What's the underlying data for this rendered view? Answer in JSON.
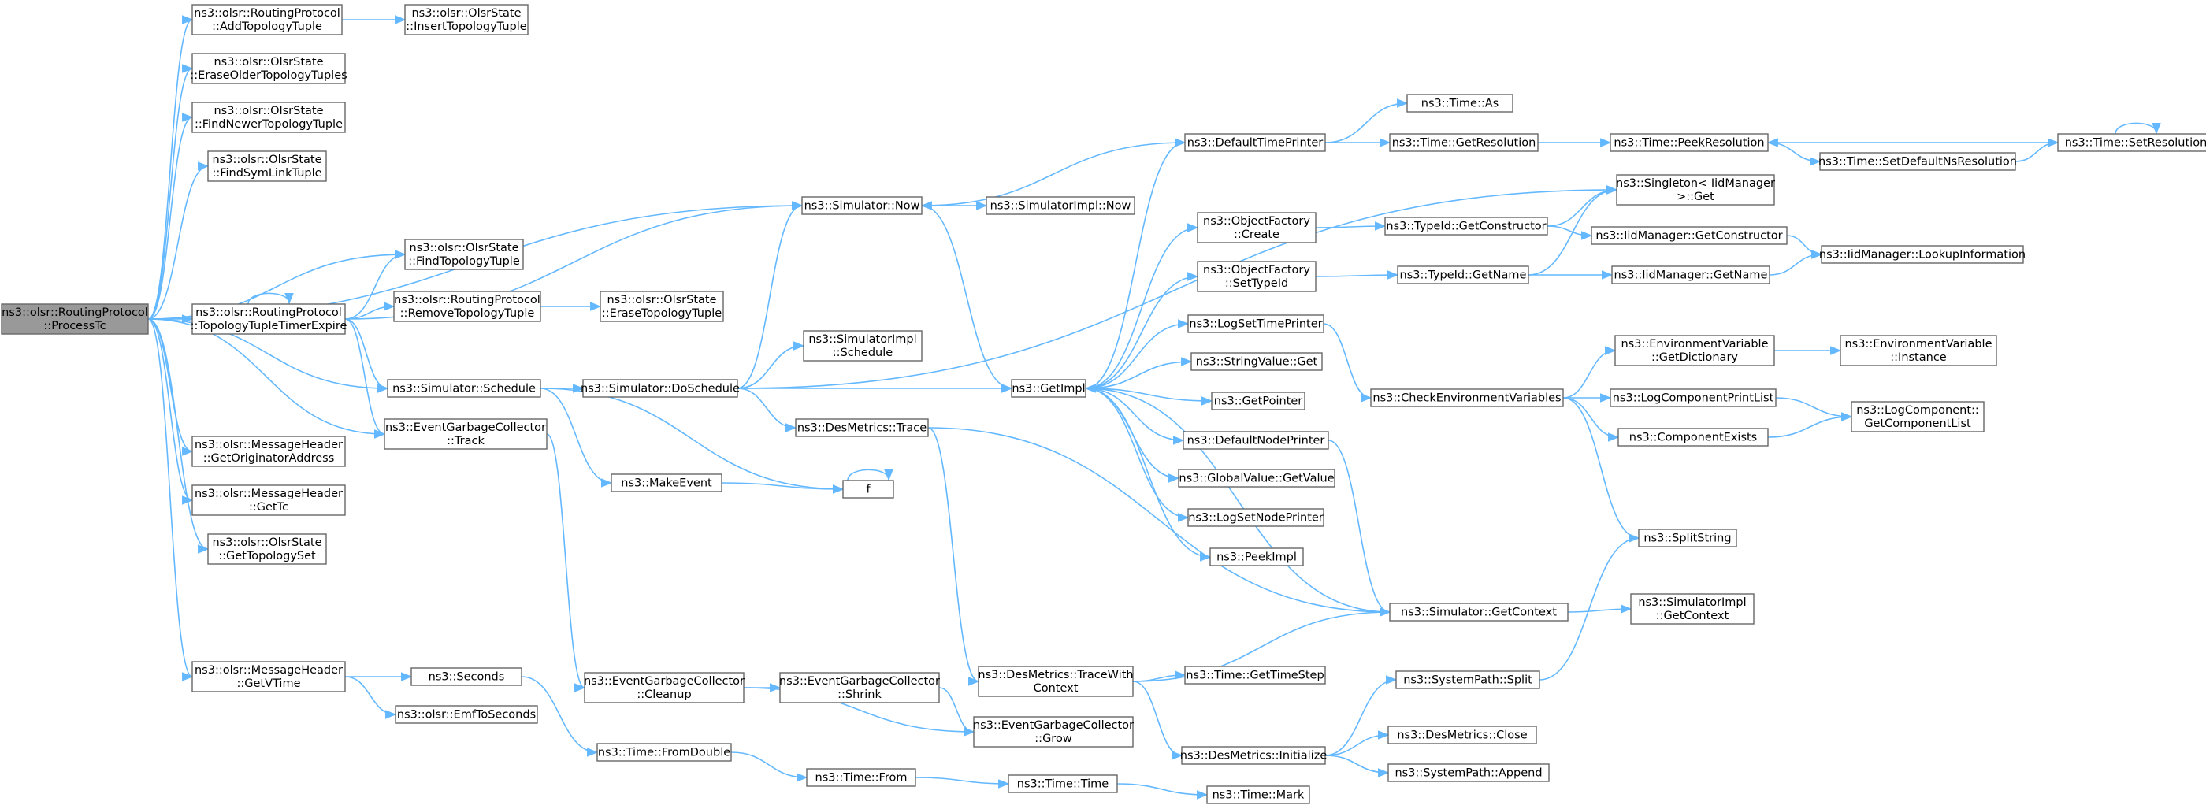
{
  "colors": {
    "edge": "#63B8FF",
    "node_border": "#666666",
    "node_fill": "#ffffff",
    "root_fill": "#999999",
    "root_border": "#666666",
    "text": "#000000"
  },
  "diagram": {
    "nodes": [
      {
        "id": "root",
        "lines": [
          "ns3::olsr::RoutingProtocol",
          "::ProcessTc"
        ],
        "root": true
      },
      {
        "id": "addTopo",
        "lines": [
          "ns3::olsr::RoutingProtocol",
          "::AddTopologyTuple"
        ]
      },
      {
        "id": "insertTopo",
        "lines": [
          "ns3::olsr::OlsrState",
          "::InsertTopologyTuple"
        ]
      },
      {
        "id": "eraseOlder",
        "lines": [
          "ns3::olsr::OlsrState",
          "::EraseOlderTopologyTuples"
        ]
      },
      {
        "id": "findNewer",
        "lines": [
          "ns3::olsr::OlsrState",
          "::FindNewerTopologyTuple"
        ]
      },
      {
        "id": "findSym",
        "lines": [
          "ns3::olsr::OlsrState",
          "::FindSymLinkTuple"
        ]
      },
      {
        "id": "findTopo",
        "lines": [
          "ns3::olsr::OlsrState",
          "::FindTopologyTuple"
        ]
      },
      {
        "id": "timerExpire",
        "lines": [
          "ns3::olsr::RoutingProtocol",
          "::TopologyTupleTimerExpire"
        ]
      },
      {
        "id": "removeTopo",
        "lines": [
          "ns3::olsr::RoutingProtocol",
          "::RemoveTopologyTuple"
        ]
      },
      {
        "id": "eraseTopo",
        "lines": [
          "ns3::olsr::OlsrState",
          "::EraseTopologyTuple"
        ]
      },
      {
        "id": "getOrig",
        "lines": [
          "ns3::olsr::MessageHeader",
          "::GetOriginatorAddress"
        ]
      },
      {
        "id": "getTc",
        "lines": [
          "ns3::olsr::MessageHeader",
          "::GetTc"
        ]
      },
      {
        "id": "getTopoSet",
        "lines": [
          "ns3::olsr::OlsrState",
          "::GetTopologySet"
        ]
      },
      {
        "id": "getVTime",
        "lines": [
          "ns3::olsr::MessageHeader",
          "::GetVTime"
        ]
      },
      {
        "id": "seconds",
        "lines": [
          "ns3::Seconds"
        ]
      },
      {
        "id": "emfToSec",
        "lines": [
          "ns3::olsr::EmfToSeconds"
        ]
      },
      {
        "id": "simNow",
        "lines": [
          "ns3::Simulator::Now"
        ]
      },
      {
        "id": "simImplNow",
        "lines": [
          "ns3::SimulatorImpl::Now"
        ]
      },
      {
        "id": "simSchedule",
        "lines": [
          "ns3::Simulator::Schedule"
        ]
      },
      {
        "id": "egcTrack",
        "lines": [
          "ns3::EventGarbageCollector",
          "::Track"
        ]
      },
      {
        "id": "makeEvent",
        "lines": [
          "ns3::MakeEvent"
        ]
      },
      {
        "id": "f",
        "lines": [
          "f"
        ]
      },
      {
        "id": "doSchedule",
        "lines": [
          "ns3::Simulator::DoSchedule"
        ]
      },
      {
        "id": "simImplSchedule",
        "lines": [
          "ns3::SimulatorImpl",
          "::Schedule"
        ]
      },
      {
        "id": "desTrace",
        "lines": [
          "ns3::DesMetrics::Trace"
        ]
      },
      {
        "id": "getImpl",
        "lines": [
          "ns3::GetImpl"
        ]
      },
      {
        "id": "egcCleanup",
        "lines": [
          "ns3::EventGarbageCollector",
          "::Cleanup"
        ]
      },
      {
        "id": "egcShrink",
        "lines": [
          "ns3::EventGarbageCollector",
          "::Shrink"
        ]
      },
      {
        "id": "egcGrow",
        "lines": [
          "ns3::EventGarbageCollector",
          "::Grow"
        ]
      },
      {
        "id": "timeFromDouble",
        "lines": [
          "ns3::Time::FromDouble"
        ]
      },
      {
        "id": "timeFrom",
        "lines": [
          "ns3::Time::From"
        ]
      },
      {
        "id": "timeTime",
        "lines": [
          "ns3::Time::Time"
        ]
      },
      {
        "id": "timeMark",
        "lines": [
          "ns3::Time::Mark"
        ]
      },
      {
        "id": "traceWithContext",
        "lines": [
          "ns3::DesMetrics::TraceWith",
          "Context"
        ]
      },
      {
        "id": "timeGetTimeStep",
        "lines": [
          "ns3::Time::GetTimeStep"
        ]
      },
      {
        "id": "desInit",
        "lines": [
          "ns3::DesMetrics::Initialize"
        ]
      },
      {
        "id": "spSplit",
        "lines": [
          "ns3::SystemPath::Split"
        ]
      },
      {
        "id": "desClose",
        "lines": [
          "ns3::DesMetrics::Close"
        ]
      },
      {
        "id": "spAppend",
        "lines": [
          "ns3::SystemPath::Append"
        ]
      },
      {
        "id": "defaultTimePrinter",
        "lines": [
          "ns3::DefaultTimePrinter"
        ]
      },
      {
        "id": "timeAs",
        "lines": [
          "ns3::Time::As"
        ]
      },
      {
        "id": "timeGetRes",
        "lines": [
          "ns3::Time::GetResolution"
        ]
      },
      {
        "id": "timePeekRes",
        "lines": [
          "ns3::Time::PeekResolution"
        ]
      },
      {
        "id": "timeSetDefaultNs",
        "lines": [
          "ns3::Time::SetDefaultNsResolution"
        ]
      },
      {
        "id": "timeSetRes",
        "lines": [
          "ns3::Time::SetResolution"
        ]
      },
      {
        "id": "singletonGet",
        "lines": [
          "ns3::Singleton< IidManager",
          ">::Get"
        ]
      },
      {
        "id": "ofCreate",
        "lines": [
          "ns3::ObjectFactory",
          "::Create"
        ]
      },
      {
        "id": "ofSetTypeId",
        "lines": [
          "ns3::ObjectFactory",
          "::SetTypeId"
        ]
      },
      {
        "id": "typeIdGetCtor",
        "lines": [
          "ns3::TypeId::GetConstructor"
        ]
      },
      {
        "id": "iidGetCtor",
        "lines": [
          "ns3::IidManager::GetConstructor"
        ]
      },
      {
        "id": "iidLookup",
        "lines": [
          "ns3::IidManager::LookupInformation"
        ]
      },
      {
        "id": "typeIdGetName",
        "lines": [
          "ns3::TypeId::GetName"
        ]
      },
      {
        "id": "iidGetName",
        "lines": [
          "ns3::IidManager::GetName"
        ]
      },
      {
        "id": "logSetTimePrinter",
        "lines": [
          "ns3::LogSetTimePrinter"
        ]
      },
      {
        "id": "stringValueGet",
        "lines": [
          "ns3::StringValue::Get"
        ]
      },
      {
        "id": "getPointer",
        "lines": [
          "ns3::GetPointer"
        ]
      },
      {
        "id": "defaultNodePrinter",
        "lines": [
          "ns3::DefaultNodePrinter"
        ]
      },
      {
        "id": "globalValueGet",
        "lines": [
          "ns3::GlobalValue::GetValue"
        ]
      },
      {
        "id": "logSetNodePrinter",
        "lines": [
          "ns3::LogSetNodePrinter"
        ]
      },
      {
        "id": "peekImpl",
        "lines": [
          "ns3::PeekImpl"
        ]
      },
      {
        "id": "checkEnv",
        "lines": [
          "ns3::CheckEnvironmentVariables"
        ]
      },
      {
        "id": "envGetDict",
        "lines": [
          "ns3::EnvironmentVariable",
          "::GetDictionary"
        ]
      },
      {
        "id": "envInstance",
        "lines": [
          "ns3::EnvironmentVariable",
          "::Instance"
        ]
      },
      {
        "id": "logCompPrintList",
        "lines": [
          "ns3::LogComponentPrintList"
        ]
      },
      {
        "id": "componentExists",
        "lines": [
          "ns3::ComponentExists"
        ]
      },
      {
        "id": "logCompGetList",
        "lines": [
          "ns3::LogComponent::",
          "GetComponentList"
        ]
      },
      {
        "id": "splitString",
        "lines": [
          "ns3::SplitString"
        ]
      },
      {
        "id": "simGetContext",
        "lines": [
          "ns3::Simulator::GetContext"
        ]
      },
      {
        "id": "simImplGetContext",
        "lines": [
          "ns3::SimulatorImpl",
          "::GetContext"
        ]
      }
    ],
    "edges": [
      [
        "root",
        "addTopo"
      ],
      [
        "addTopo",
        "insertTopo"
      ],
      [
        "root",
        "eraseOlder"
      ],
      [
        "root",
        "findNewer"
      ],
      [
        "root",
        "findSym"
      ],
      [
        "root",
        "findTopo"
      ],
      [
        "root",
        "timerExpire"
      ],
      [
        "timerExpire",
        "timerExpire"
      ],
      [
        "timerExpire",
        "findTopo"
      ],
      [
        "timerExpire",
        "removeTopo"
      ],
      [
        "removeTopo",
        "eraseTopo"
      ],
      [
        "timerExpire",
        "simNow"
      ],
      [
        "timerExpire",
        "simSchedule"
      ],
      [
        "timerExpire",
        "egcTrack"
      ],
      [
        "root",
        "simNow"
      ],
      [
        "root",
        "simSchedule"
      ],
      [
        "root",
        "egcTrack"
      ],
      [
        "root",
        "getOrig"
      ],
      [
        "root",
        "getTc"
      ],
      [
        "root",
        "getTopoSet"
      ],
      [
        "root",
        "getVTime"
      ],
      [
        "getVTime",
        "seconds"
      ],
      [
        "getVTime",
        "emfToSec"
      ],
      [
        "seconds",
        "timeFromDouble"
      ],
      [
        "simNow",
        "simImplNow"
      ],
      [
        "simNow",
        "getImpl"
      ],
      [
        "simSchedule",
        "doSchedule"
      ],
      [
        "simSchedule",
        "makeEvent"
      ],
      [
        "simSchedule",
        "f"
      ],
      [
        "makeEvent",
        "f"
      ],
      [
        "f",
        "f"
      ],
      [
        "doSchedule",
        "simNow"
      ],
      [
        "doSchedule",
        "simImplSchedule"
      ],
      [
        "doSchedule",
        "getImpl"
      ],
      [
        "doSchedule",
        "desTrace"
      ],
      [
        "doSchedule",
        "singletonGet"
      ],
      [
        "desTrace",
        "traceWithContext"
      ],
      [
        "desTrace",
        "simGetContext"
      ],
      [
        "egcTrack",
        "egcCleanup"
      ],
      [
        "egcCleanup",
        "egcShrink"
      ],
      [
        "egcCleanup",
        "egcGrow"
      ],
      [
        "egcShrink",
        "egcGrow"
      ],
      [
        "timeFromDouble",
        "timeFrom"
      ],
      [
        "timeFrom",
        "timeTime"
      ],
      [
        "timeTime",
        "timeMark"
      ],
      [
        "traceWithContext",
        "timeGetTimeStep"
      ],
      [
        "traceWithContext",
        "desInit"
      ],
      [
        "traceWithContext",
        "simGetContext"
      ],
      [
        "desInit",
        "spSplit"
      ],
      [
        "desInit",
        "desClose"
      ],
      [
        "desInit",
        "spAppend"
      ],
      [
        "spSplit",
        "splitString"
      ],
      [
        "getImpl",
        "defaultTimePrinter"
      ],
      [
        "getImpl",
        "ofCreate"
      ],
      [
        "getImpl",
        "ofSetTypeId"
      ],
      [
        "getImpl",
        "logSetTimePrinter"
      ],
      [
        "getImpl",
        "stringValueGet"
      ],
      [
        "getImpl",
        "getPointer"
      ],
      [
        "getImpl",
        "defaultNodePrinter"
      ],
      [
        "getImpl",
        "globalValueGet"
      ],
      [
        "getImpl",
        "logSetNodePrinter"
      ],
      [
        "getImpl",
        "peekImpl"
      ],
      [
        "defaultTimePrinter",
        "simNow"
      ],
      [
        "defaultTimePrinter",
        "timeAs"
      ],
      [
        "defaultTimePrinter",
        "timeGetRes"
      ],
      [
        "timeGetRes",
        "timePeekRes"
      ],
      [
        "timePeekRes",
        "timeSetDefaultNs"
      ],
      [
        "timeSetDefaultNs",
        "timeSetRes"
      ],
      [
        "timeSetRes",
        "timePeekRes"
      ],
      [
        "timeSetRes",
        "timeSetRes"
      ],
      [
        "ofCreate",
        "typeIdGetCtor"
      ],
      [
        "typeIdGetCtor",
        "singletonGet"
      ],
      [
        "typeIdGetCtor",
        "iidGetCtor"
      ],
      [
        "iidGetCtor",
        "iidLookup"
      ],
      [
        "ofSetTypeId",
        "typeIdGetName"
      ],
      [
        "typeIdGetName",
        "singletonGet"
      ],
      [
        "typeIdGetName",
        "iidGetName"
      ],
      [
        "iidGetName",
        "iidLookup"
      ],
      [
        "logSetTimePrinter",
        "checkEnv"
      ],
      [
        "checkEnv",
        "envGetDict"
      ],
      [
        "envGetDict",
        "envInstance"
      ],
      [
        "checkEnv",
        "logCompPrintList"
      ],
      [
        "checkEnv",
        "componentExists"
      ],
      [
        "checkEnv",
        "splitString"
      ],
      [
        "logCompPrintList",
        "logCompGetList"
      ],
      [
        "componentExists",
        "logCompGetList"
      ],
      [
        "defaultNodePrinter",
        "simGetContext"
      ],
      [
        "simGetContext",
        "getImpl"
      ],
      [
        "simGetContext",
        "simImplGetContext"
      ]
    ]
  }
}
